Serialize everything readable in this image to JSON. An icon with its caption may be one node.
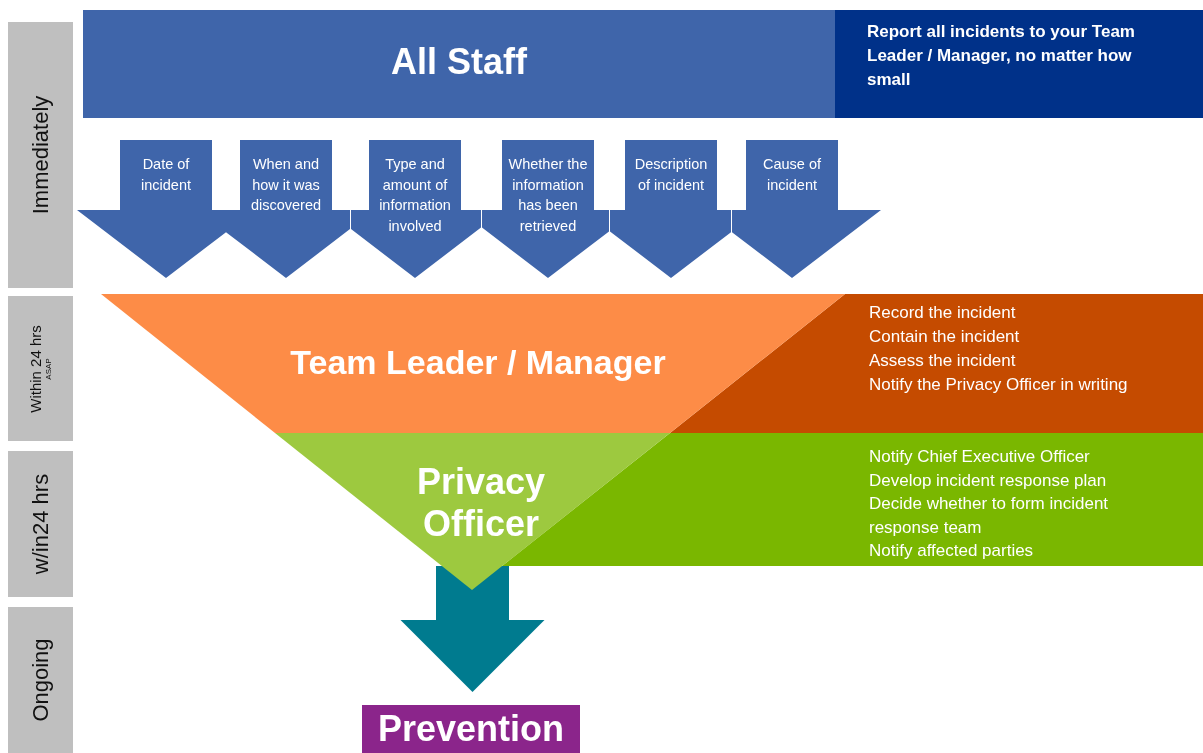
{
  "diagram": {
    "nodes": [
      {
        "text": [
          "Immediately"
        ]
      },
      {
        "text": [
          "Within 24 hrs",
          "ASAP"
        ]
      },
      {
        "text": [
          "w/in24 hrs"
        ]
      },
      {
        "text": [
          "Ongoing"
        ]
      },
      {
        "text": [
          "All Staff"
        ]
      },
      {
        "text": [
          "Report all incidents to your Team Leader / Manager, no matter how small"
        ]
      },
      {
        "text": [
          "Date of incident"
        ]
      },
      {
        "text": [
          "When and how it was discovered"
        ]
      },
      {
        "text": [
          "Type and amount of information involved"
        ]
      },
      {
        "text": [
          "Whether the information has been retrieved"
        ]
      },
      {
        "text": [
          "Description of incident"
        ]
      },
      {
        "text": [
          "Cause of incident"
        ]
      },
      {
        "text": [
          "Team Leader / Manager"
        ]
      },
      {
        "text": [
          "Record the incident",
          "Contain the incident",
          "Assess the incident",
          "Notify the Privacy Officer in writing"
        ]
      },
      {
        "text": [
          "Privacy Officer"
        ]
      },
      {
        "text": [
          "Notify Chief Executive Officer",
          "Develop incident response plan",
          "Decide whether to form incident response team",
          "Notify affected parties"
        ]
      },
      {
        "text": [
          "Prevention"
        ]
      }
    ],
    "edges": [
      {
        "from": 14,
        "to": 16,
        "arrow": "to",
        "style": "thick",
        "color": "#007b8f"
      }
    ]
  }
}
